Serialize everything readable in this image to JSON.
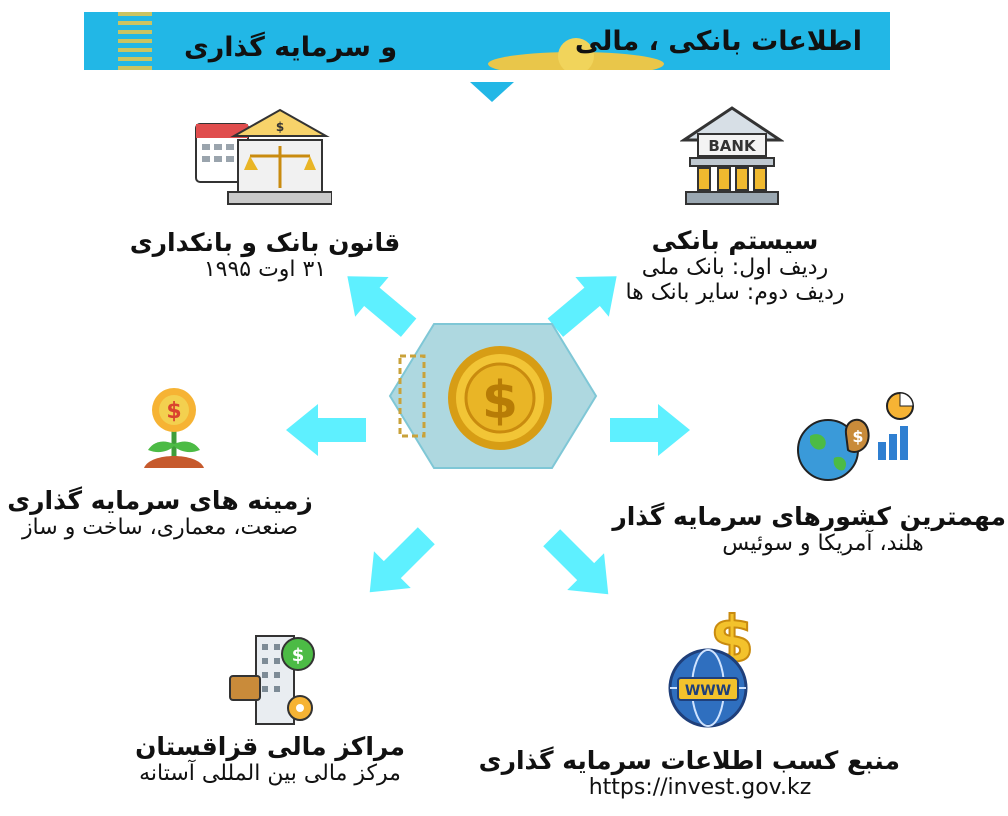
{
  "banner": {
    "line1": "اطلاعات بانکی ، مالی",
    "line2": "و سرمایه گذاری"
  },
  "center": {
    "icon": "dollar-coin-icon"
  },
  "nodes": {
    "banking_law": {
      "title": "قانون  بانک و بانکداری",
      "sub": "۳۱ اوت  ۱۹۹۵",
      "icon": "bank-law-icon"
    },
    "banking_system": {
      "title": "سیستم بانکی",
      "sub1": "ردیف اول: بانک ملی",
      "sub2": "ردیف دوم: سایر بانک ها",
      "icon": "bank-building-icon",
      "icon_text": "BANK"
    },
    "investment_fields": {
      "title": "زمینه های سرمایه گذاری",
      "sub": "صنعت، معماری، ساخت و ساز",
      "icon": "money-plant-icon"
    },
    "top_investors": {
      "title": "مهمترین کشورهای سرمایه گذار",
      "sub": "هلند، آمریکا و سوئیس",
      "icon": "globe-investment-icon"
    },
    "financial_centers": {
      "title": "مراکز مالی قزاقستان",
      "sub": "مرکز مالی بین المللی آستانه",
      "icon": "financial-building-icon"
    },
    "info_source": {
      "title": "منبع کسب اطلاعات سرمایه گذاری",
      "sub": "https://invest.gov.kz",
      "icon": "www-globe-icon",
      "icon_text": "WWW"
    }
  },
  "colors": {
    "banner": "#22b7e6",
    "arrow": "#5ef0ff",
    "hex_fill": "#aed8e0",
    "coin": "#e9b526"
  }
}
